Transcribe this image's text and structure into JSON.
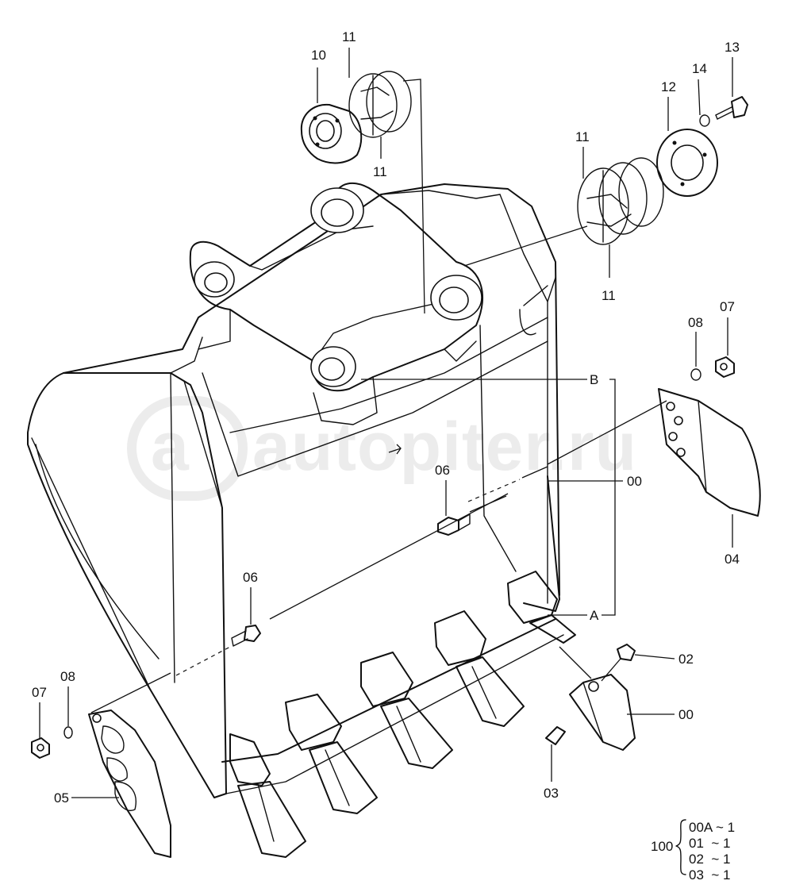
{
  "watermark": {
    "symbol": "a",
    "text": "autopiter.ru"
  },
  "callouts": [
    {
      "id": "c10",
      "text": "10"
    },
    {
      "id": "c11a",
      "text": "11"
    },
    {
      "id": "c11b",
      "text": "11"
    },
    {
      "id": "c11c",
      "text": "11"
    },
    {
      "id": "c11d",
      "text": "11"
    },
    {
      "id": "c12",
      "text": "12"
    },
    {
      "id": "c13",
      "text": "13"
    },
    {
      "id": "c14",
      "text": "14"
    },
    {
      "id": "c07a",
      "text": "07"
    },
    {
      "id": "c08a",
      "text": "08"
    },
    {
      "id": "cB",
      "text": "B"
    },
    {
      "id": "c00a",
      "text": "00"
    },
    {
      "id": "c06a",
      "text": "06"
    },
    {
      "id": "c04",
      "text": "04"
    },
    {
      "id": "c06b",
      "text": "06"
    },
    {
      "id": "cA",
      "text": "A"
    },
    {
      "id": "c02",
      "text": "02"
    },
    {
      "id": "c00b",
      "text": "00"
    },
    {
      "id": "c07b",
      "text": "07"
    },
    {
      "id": "c08b",
      "text": "08"
    },
    {
      "id": "c03",
      "text": "03"
    },
    {
      "id": "c05",
      "text": "05"
    }
  ],
  "kit_table": {
    "prefix": "100",
    "rows": [
      "00A ~ 1",
      "01  ~ 1",
      "02  ~ 1",
      "03  ~ 1"
    ]
  },
  "colors": {
    "line": "#111111",
    "watermark": "#ececec",
    "background": "#ffffff"
  }
}
